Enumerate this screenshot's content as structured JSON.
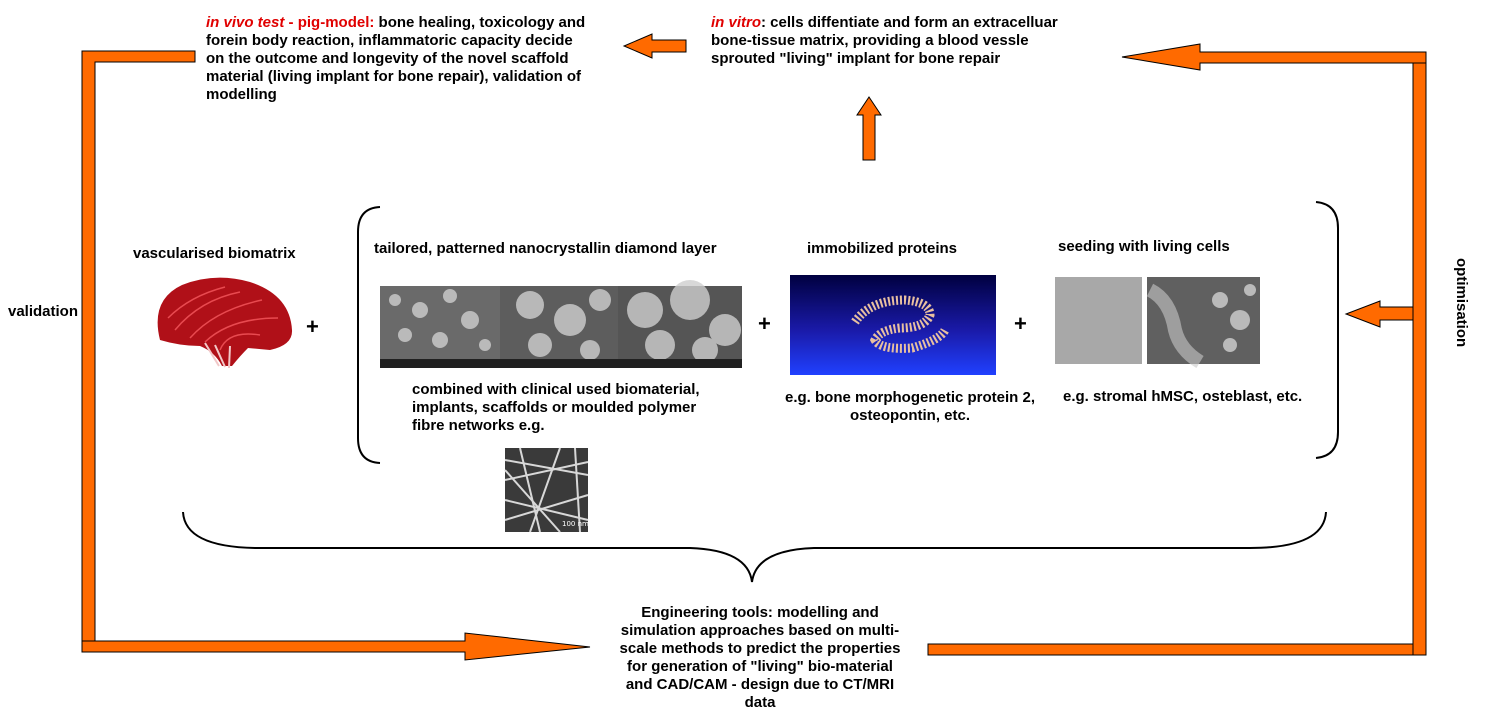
{
  "in_vivo": {
    "label_italic": "in vivo test",
    "label_sep": " - ",
    "label_rest": "pig-model:",
    "line1_rest": " bone healing, toxicology and",
    "line2": "forein body reaction,  inflammatoric capacity decide",
    "line3": "on the outcome and longevity of the novel scaffold",
    "line4": "material (living implant for bone repair), validation of",
    "line5": "modelling"
  },
  "in_vitro": {
    "label_italic": "in vitro",
    "line1_rest": ": cells diffentiate and form an extracelluar",
    "line2": "bone-tissue matrix, providing a blood vessle",
    "line3": "sprouted \"living\" implant for bone repair"
  },
  "side_labels": {
    "validation": "validation",
    "optimisation": "optimisation"
  },
  "components": {
    "biomatrix_title": "vascularised biomatrix",
    "diamond_title": "tailored, patterned nanocrystallin diamond layer",
    "proteins_title": "immobilized proteins",
    "cells_title": "seeding with living  cells",
    "plus": "+"
  },
  "captions": {
    "diamond_line1": "combined with clinical used biomaterial,",
    "diamond_line2": "implants, scaffolds or moulded  polymer",
    "diamond_line3": "fibre networks e.g.",
    "proteins_line1": "e.g. bone morphogenetic protein 2,",
    "proteins_line2": "osteopontin, etc.",
    "cells_line1": "e.g. stromal hMSC, osteblast, etc.",
    "fibre_scale": "100 nm"
  },
  "engineering": {
    "line1": "Engineering tools: modelling and",
    "line2": "simulation approaches based on multi-",
    "line3": "scale methods to predict the properties",
    "line4": "for generation of \"living\" bio-material",
    "line5": "and CAD/CAM - design due to CT/MRI",
    "line6": "data"
  },
  "colors": {
    "arrow_fill": "#ff6a00",
    "arrow_stroke": "#000000",
    "label_red": "#e00000",
    "protein_bg": "#1a1aa8"
  }
}
